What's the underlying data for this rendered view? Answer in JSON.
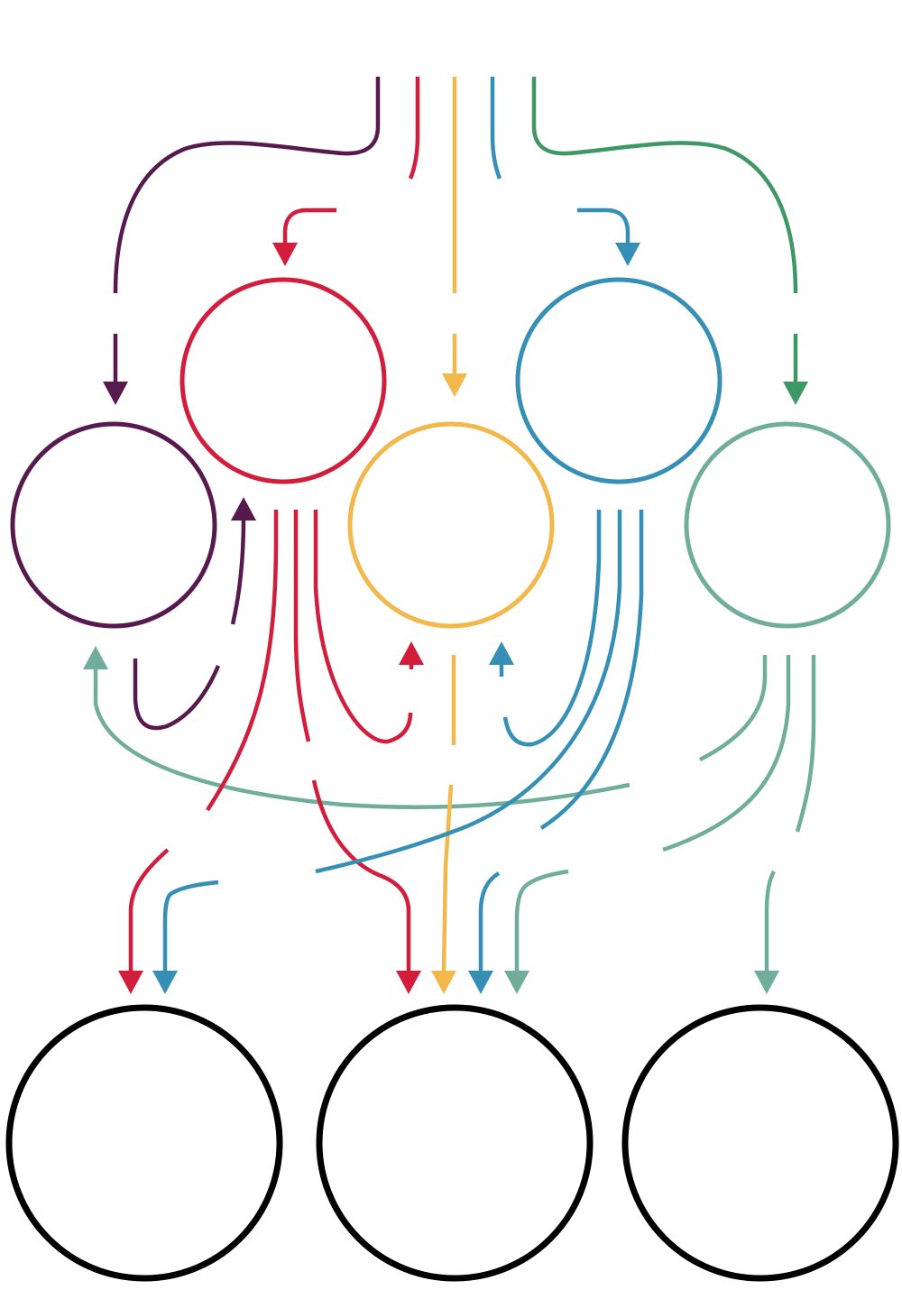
{
  "colors": {
    "purple": "#561A4E",
    "red": "#D21E3C",
    "yellow": "#F2B84B",
    "blue": "#3690B6",
    "green": "#3E9866",
    "teal": "#70AE9B",
    "black": "#000000"
  },
  "nodes": {
    "purple": {
      "color": "purple"
    },
    "red": {
      "color": "red"
    },
    "yellow": {
      "color": "yellow"
    },
    "blue": {
      "color": "blue"
    },
    "teal": {
      "color": "teal"
    },
    "output_left": {
      "color": "black"
    },
    "output_center": {
      "color": "black"
    },
    "output_right": {
      "color": "black"
    }
  },
  "flows": [
    {
      "from": "input-purple",
      "to": "purple",
      "color": "purple"
    },
    {
      "from": "input-red",
      "to": "red",
      "color": "red"
    },
    {
      "from": "input-yellow",
      "to": "yellow",
      "color": "yellow"
    },
    {
      "from": "input-blue",
      "to": "blue",
      "color": "blue"
    },
    {
      "from": "input-green",
      "to": "teal",
      "color": "green"
    },
    {
      "from": "purple",
      "to": "red",
      "color": "purple"
    },
    {
      "from": "red",
      "to": "output_left",
      "color": "red"
    },
    {
      "from": "red",
      "to": "output_center",
      "color": "red"
    },
    {
      "from": "red",
      "to": "yellow",
      "color": "red"
    },
    {
      "from": "yellow",
      "to": "output_center",
      "color": "yellow"
    },
    {
      "from": "blue",
      "to": "yellow",
      "color": "blue"
    },
    {
      "from": "blue",
      "to": "output_left",
      "color": "blue"
    },
    {
      "from": "blue",
      "to": "output_center",
      "color": "blue"
    },
    {
      "from": "teal",
      "to": "purple",
      "color": "teal"
    },
    {
      "from": "teal",
      "to": "output_center",
      "color": "teal"
    },
    {
      "from": "teal",
      "to": "output_right",
      "color": "teal"
    }
  ]
}
